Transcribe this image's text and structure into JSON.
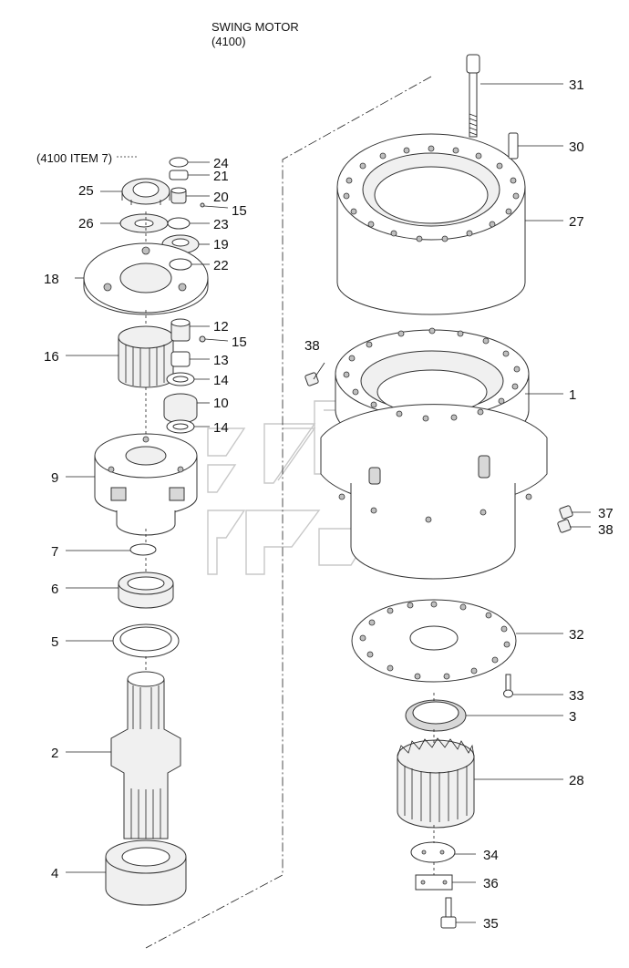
{
  "header": {
    "title": "SWING MOTOR",
    "subtitle": "(4100)"
  },
  "callouts": {
    "item7_ref": "(4100 ITEM 7)",
    "p1": "1",
    "p2": "2",
    "p3": "3",
    "p4": "4",
    "p5": "5",
    "p6": "6",
    "p7": "7",
    "p9": "9",
    "p10": "10",
    "p12": "12",
    "p13": "13",
    "p14a": "14",
    "p14b": "14",
    "p15a": "15",
    "p15b": "15",
    "p16": "16",
    "p18": "18",
    "p19": "19",
    "p20": "20",
    "p21": "21",
    "p22": "22",
    "p23": "23",
    "p24": "24",
    "p25": "25",
    "p26": "26",
    "p27": "27",
    "p28": "28",
    "p30": "30",
    "p31": "31",
    "p32": "32",
    "p33": "33",
    "p34": "34",
    "p35": "35",
    "p36": "36",
    "p37": "37",
    "p38a": "38",
    "p38b": "38"
  }
}
